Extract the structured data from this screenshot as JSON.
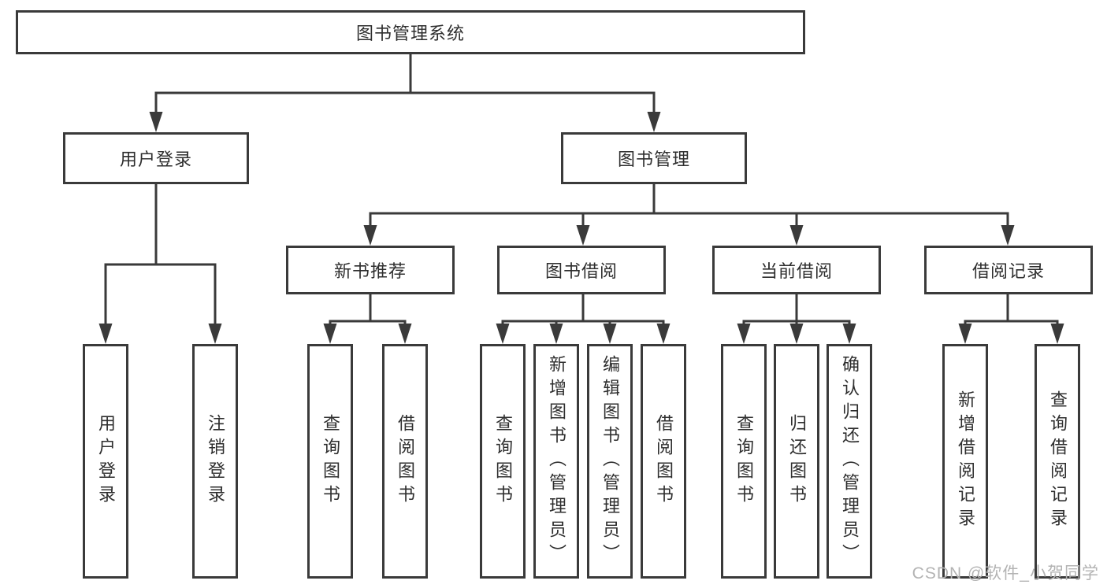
{
  "diagram": {
    "root": {
      "label": "图书管理系统"
    },
    "user_login": {
      "label": "用户登录",
      "children": [
        "用户登录",
        "注销登录"
      ]
    },
    "book_management": {
      "label": "图书管理",
      "groups": [
        {
          "label": "新书推荐",
          "children": [
            "查询图书",
            "借阅图书"
          ]
        },
        {
          "label": "图书借阅",
          "children": [
            "查询图书",
            "新增图书（管理员）",
            "编辑图书（管理员）",
            "借阅图书"
          ]
        },
        {
          "label": "当前借阅",
          "children": [
            "查询图书",
            "归还图书",
            "确认归还（管理员）"
          ]
        },
        {
          "label": "借阅记录",
          "children": [
            "新增借阅记录",
            "查询借阅记录"
          ]
        }
      ]
    }
  },
  "watermark": "CSDN @软件_小贺同学"
}
